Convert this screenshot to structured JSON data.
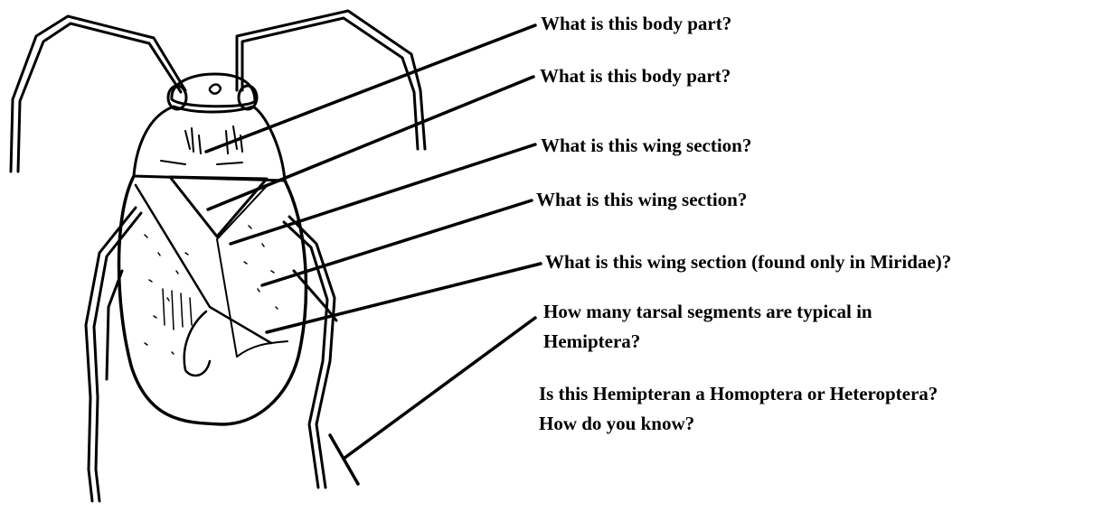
{
  "questions": [
    "What is this body part?",
    "What is this body part?",
    "What is this wing section?",
    "What is this wing section?",
    "What is this wing section (found only in Miridae)?",
    "How many tarsal segments are typical in",
    "Hemiptera?",
    "Is this Hemipteran a Homoptera or Heteroptera?",
    "How do you know?"
  ],
  "colors": {
    "ink": "#000000",
    "background": "#ffffff"
  }
}
